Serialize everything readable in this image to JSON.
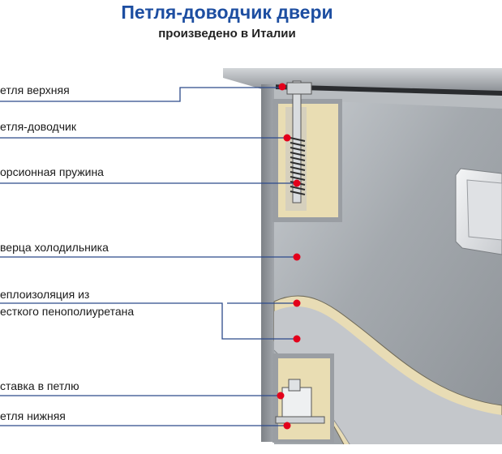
{
  "header": {
    "title": "Петля-доводчик двери",
    "subtitle": "произведено в Италии"
  },
  "callouts": [
    {
      "id": "upper-hinge",
      "text": "етля верхняя"
    },
    {
      "id": "door-closer-hinge",
      "text": "етля-доводчик"
    },
    {
      "id": "torsion-spring",
      "text": "орсионная пружина"
    },
    {
      "id": "fridge-door",
      "text": "верца холодильника"
    },
    {
      "id": "insulation-line1",
      "text": "еплоизоляция из"
    },
    {
      "id": "insulation-line2",
      "text": "есткого пенополиуретана"
    },
    {
      "id": "hinge-insert",
      "text": "ставка в петлю"
    },
    {
      "id": "lower-hinge",
      "text": "етля нижняя"
    }
  ],
  "colors": {
    "title": "#1d4ea1",
    "leader_line": "#2c4a8a",
    "marker": "#e3001b",
    "steel": "#a7abb0",
    "foam": "#e8dcb5"
  }
}
